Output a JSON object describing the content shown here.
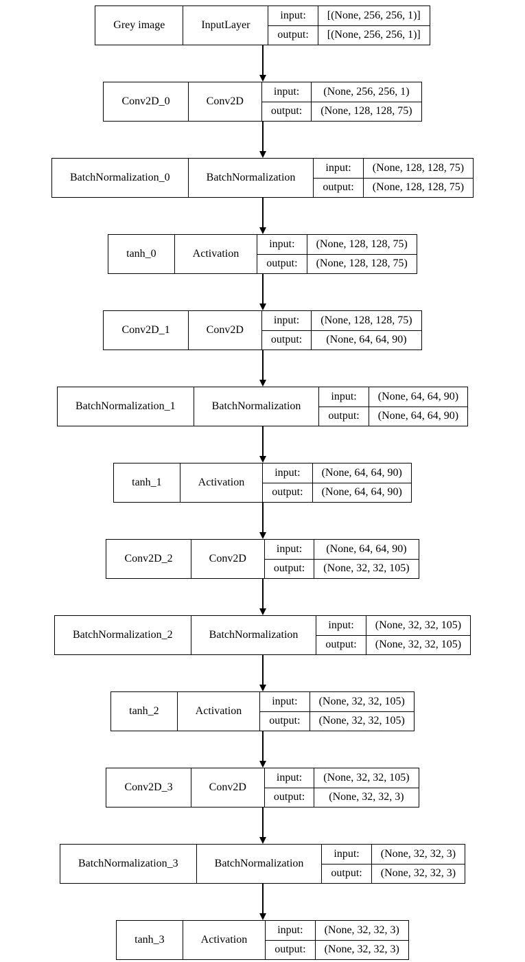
{
  "diagram": {
    "kind": "keras-model-graph",
    "labels": {
      "input": "input:",
      "output": "output:"
    },
    "colors": {
      "border": "#000000",
      "background": "#ffffff",
      "text": "#000000"
    },
    "layers": [
      {
        "name": "Grey image",
        "type": "InputLayer",
        "input": "[(None, 256, 256, 1)]",
        "output": "[(None, 256, 256, 1)]"
      },
      {
        "name": "Conv2D_0",
        "type": "Conv2D",
        "input": "(None, 256, 256, 1)",
        "output": "(None, 128, 128, 75)"
      },
      {
        "name": "BatchNormalization_0",
        "type": "BatchNormalization",
        "input": "(None, 128, 128, 75)",
        "output": "(None, 128, 128, 75)"
      },
      {
        "name": "tanh_0",
        "type": "Activation",
        "input": "(None, 128, 128, 75)",
        "output": "(None, 128, 128, 75)"
      },
      {
        "name": "Conv2D_1",
        "type": "Conv2D",
        "input": "(None, 128, 128, 75)",
        "output": "(None, 64, 64, 90)"
      },
      {
        "name": "BatchNormalization_1",
        "type": "BatchNormalization",
        "input": "(None, 64, 64, 90)",
        "output": "(None, 64, 64, 90)"
      },
      {
        "name": "tanh_1",
        "type": "Activation",
        "input": "(None, 64, 64, 90)",
        "output": "(None, 64, 64, 90)"
      },
      {
        "name": "Conv2D_2",
        "type": "Conv2D",
        "input": "(None, 64, 64, 90)",
        "output": "(None, 32, 32, 105)"
      },
      {
        "name": "BatchNormalization_2",
        "type": "BatchNormalization",
        "input": "(None, 32, 32, 105)",
        "output": "(None, 32, 32, 105)"
      },
      {
        "name": "tanh_2",
        "type": "Activation",
        "input": "(None, 32, 32, 105)",
        "output": "(None, 32, 32, 105)"
      },
      {
        "name": "Conv2D_3",
        "type": "Conv2D",
        "input": "(None, 32, 32, 105)",
        "output": "(None, 32, 32, 3)"
      },
      {
        "name": "BatchNormalization_3",
        "type": "BatchNormalization",
        "input": "(None, 32, 32, 3)",
        "output": "(None, 32, 32, 3)"
      },
      {
        "name": "tanh_3",
        "type": "Activation",
        "input": "(None, 32, 32, 3)",
        "output": "(None, 32, 32, 3)"
      }
    ]
  }
}
